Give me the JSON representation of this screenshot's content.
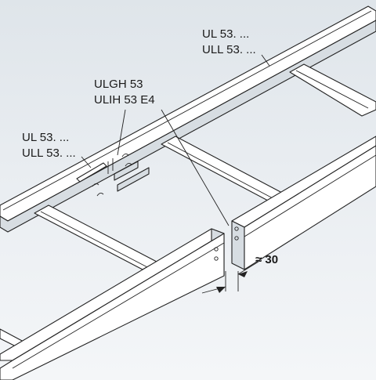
{
  "labels": {
    "top_right_line1": "UL 53. ...",
    "top_right_line2": "ULL 53. ...",
    "connector_line1": "ULGH 53",
    "connector_line2": "ULIH 53 E4",
    "left_line1": "UL 53. ...",
    "left_line2": "ULL 53. ..."
  },
  "dimension": {
    "value": 30,
    "text": "≈ 30"
  },
  "colors": {
    "background": "#e6ebef",
    "line": "#222222",
    "fill": "#ffffff"
  }
}
